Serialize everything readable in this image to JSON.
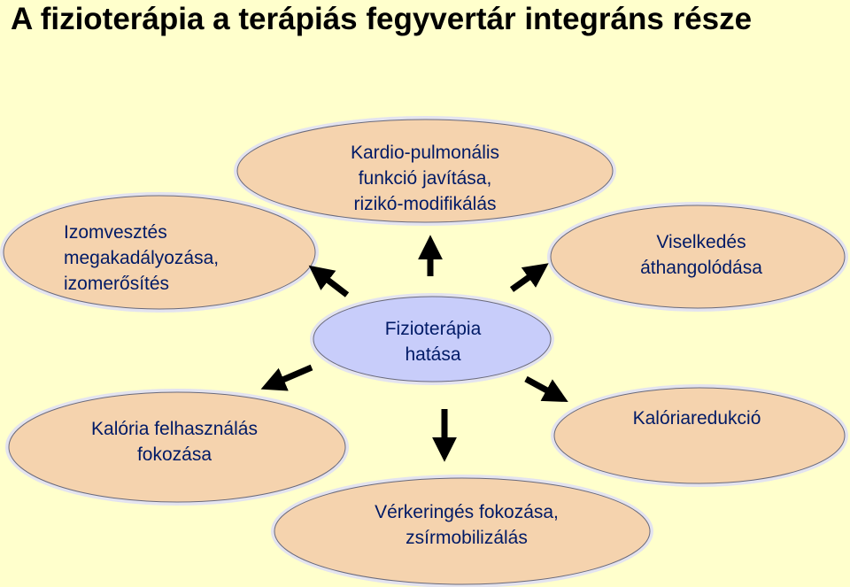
{
  "title": "A fizioterápia a terápiás fegyvertár integráns része",
  "colors": {
    "background": "#FFFFCC",
    "node_fill": "#F5D3AE",
    "center_fill": "#C8CDFA",
    "ellipse_outline": "#E3E3EF",
    "text": "#001a66",
    "arrow": "#000000"
  },
  "center": {
    "lines": [
      "Fizioterápia",
      "hatása"
    ]
  },
  "nodes": {
    "kardio": {
      "lines": [
        "Kardio-pulmonális",
        "funkció javítása,",
        "rizikó-modifikálás"
      ]
    },
    "izom": {
      "lines": [
        "Izomvesztés",
        "megakadályozása,",
        "izomerősítés"
      ]
    },
    "viselkedes": {
      "lines": [
        "Viselkedés",
        "áthangolódása"
      ]
    },
    "kaloria_felh": {
      "lines": [
        "Kalória felhasználás",
        "fokozása"
      ]
    },
    "kaloriaredukcio": {
      "lines": [
        "Kalóriaredukció"
      ]
    },
    "verkeringes": {
      "lines": [
        "Vérkeringés fokozása,",
        "zsírmobilizálás"
      ]
    }
  }
}
